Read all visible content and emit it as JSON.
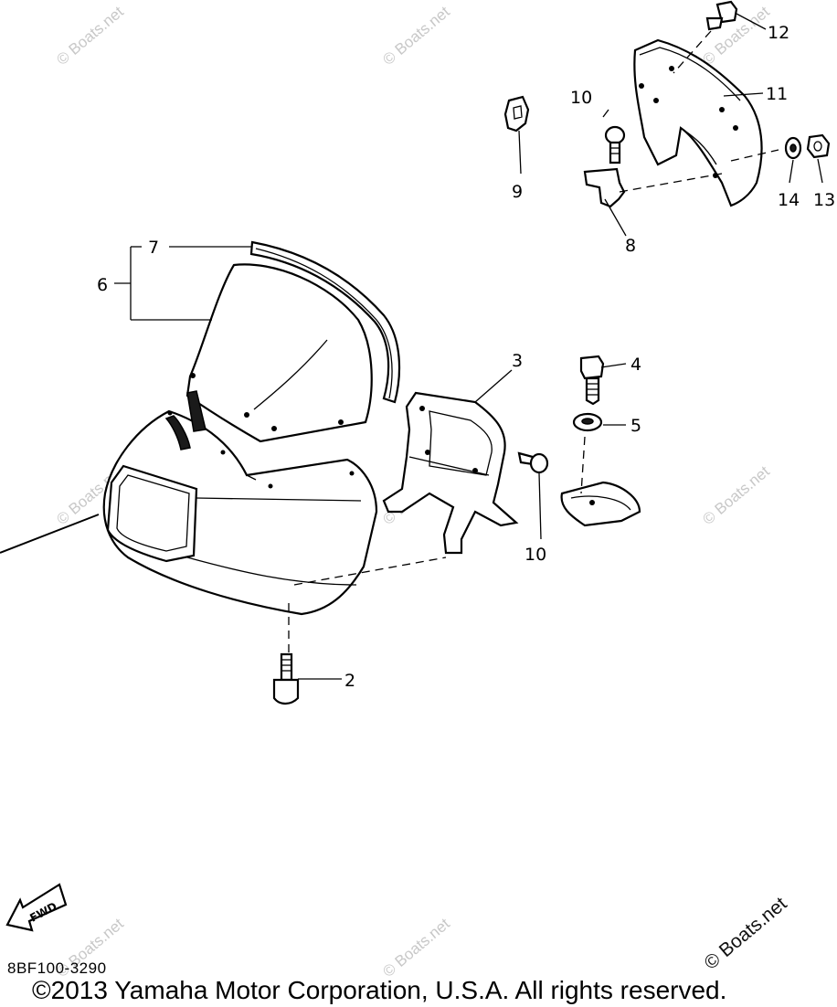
{
  "callouts": {
    "c2": "2",
    "c3": "3",
    "c4": "4",
    "c5": "5",
    "c6": "6",
    "c7": "7",
    "c8": "8",
    "c9": "9",
    "c10a": "10",
    "c10b": "10",
    "c11": "11",
    "c12": "12",
    "c13": "13",
    "c14": "14"
  },
  "watermark": "© Boats.net",
  "fwd_label": "FWD",
  "part_code": "8BF100-3290",
  "copyright": "©2013 Yamaha Motor Corporation, U.S.A. All rights reserved."
}
